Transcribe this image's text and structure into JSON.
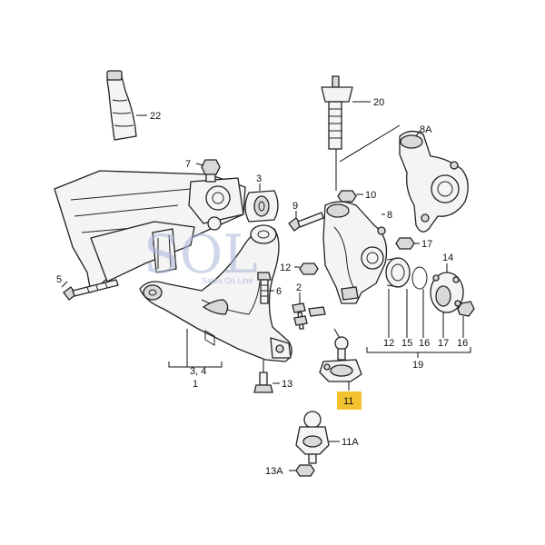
{
  "watermark": {
    "logo": "SOL",
    "tagline": "Sales On Line"
  },
  "callouts": {
    "c22": "22",
    "c20": "20",
    "c8a": "8A",
    "c7": "7",
    "c3": "3",
    "c10": "10",
    "c9": "9",
    "c8": "8",
    "c17": "17",
    "c12": "12",
    "c2": "2",
    "c6": "6",
    "c14": "14",
    "c5": "5",
    "c34": "3, 4",
    "c1": "1",
    "c13": "13",
    "c19": "19",
    "c11": "11",
    "c11a": "11A",
    "c13a": "13A",
    "g12": "12",
    "g15": "15",
    "g16a": "16",
    "g17": "17",
    "g16b": "16"
  },
  "colors": {
    "highlight": "#f2c12e",
    "ink": "#222222",
    "watermark": "#aab6d8"
  }
}
